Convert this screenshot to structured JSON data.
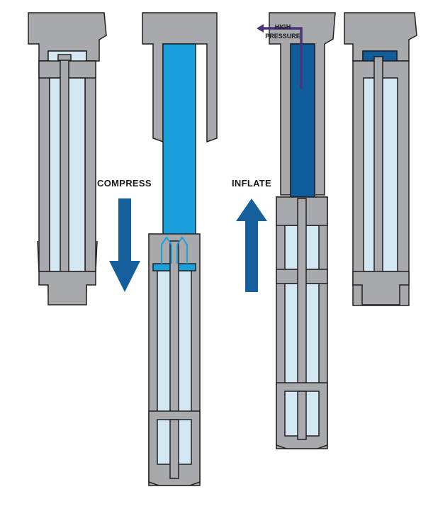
{
  "labels": {
    "compress": "COMPRESS",
    "inflate": "INFLATE",
    "high_pressure_line1": "HIGH",
    "high_pressure_line2": "PRESSURE"
  },
  "colors": {
    "housing": "#a7a9ac",
    "outline": "#231f20",
    "chamber_light": "#d4e8f4",
    "chamber_medium": "#1aa0dc",
    "chamber_dark": "#0f5d9a",
    "arrow_blue": "#155f9c",
    "pressure_arrow": "#4a3378"
  }
}
